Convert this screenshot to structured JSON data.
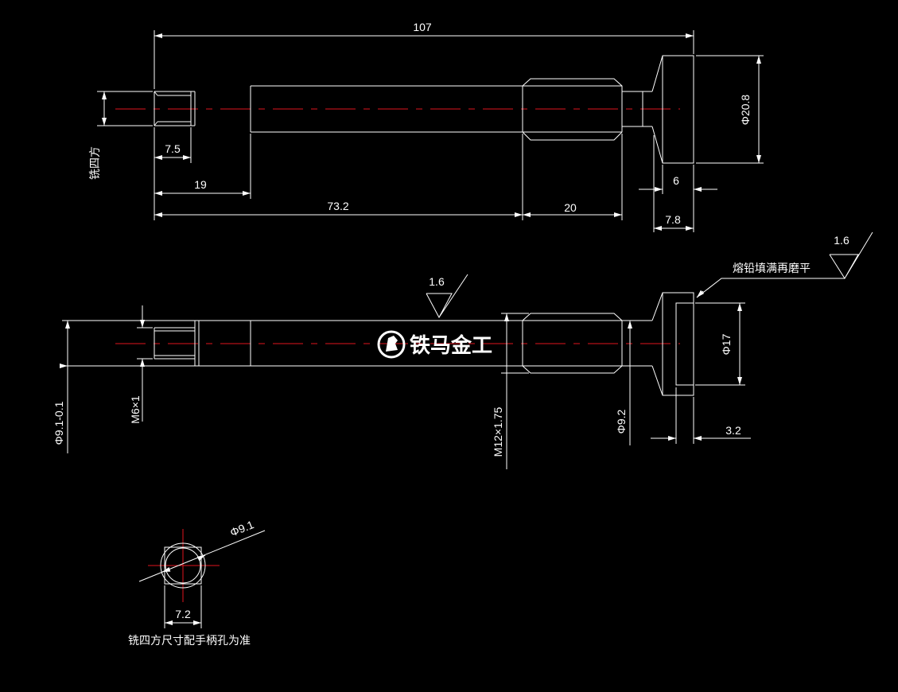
{
  "top_view": {
    "dim_total_length": "107",
    "dim_head_dia": "Φ20.8",
    "dim_square_len": "7.5",
    "dim_19": "19",
    "dim_73_2": "73.2",
    "dim_20": "20",
    "dim_6": "6",
    "dim_7_8": "7.8",
    "note_square": "铣四方"
  },
  "side_view": {
    "roughness_left": "1.6",
    "roughness_right": "1.6",
    "note_lead": "熔铅填满再磨平",
    "dim_phi17": "Φ17",
    "dim_3_2": "3.2",
    "dim_phi9_1_tol": "Φ9.1-0.1",
    "dim_m6": "M6×1",
    "dim_m12": "M12×1.75",
    "dim_phi9_2": "Φ9.2"
  },
  "end_view": {
    "dim_phi9_1": "Φ9.1",
    "dim_7_2": "7.2",
    "note": "铣四方尺寸配手柄孔为准"
  },
  "watermark": {
    "text": "铁马金工"
  }
}
